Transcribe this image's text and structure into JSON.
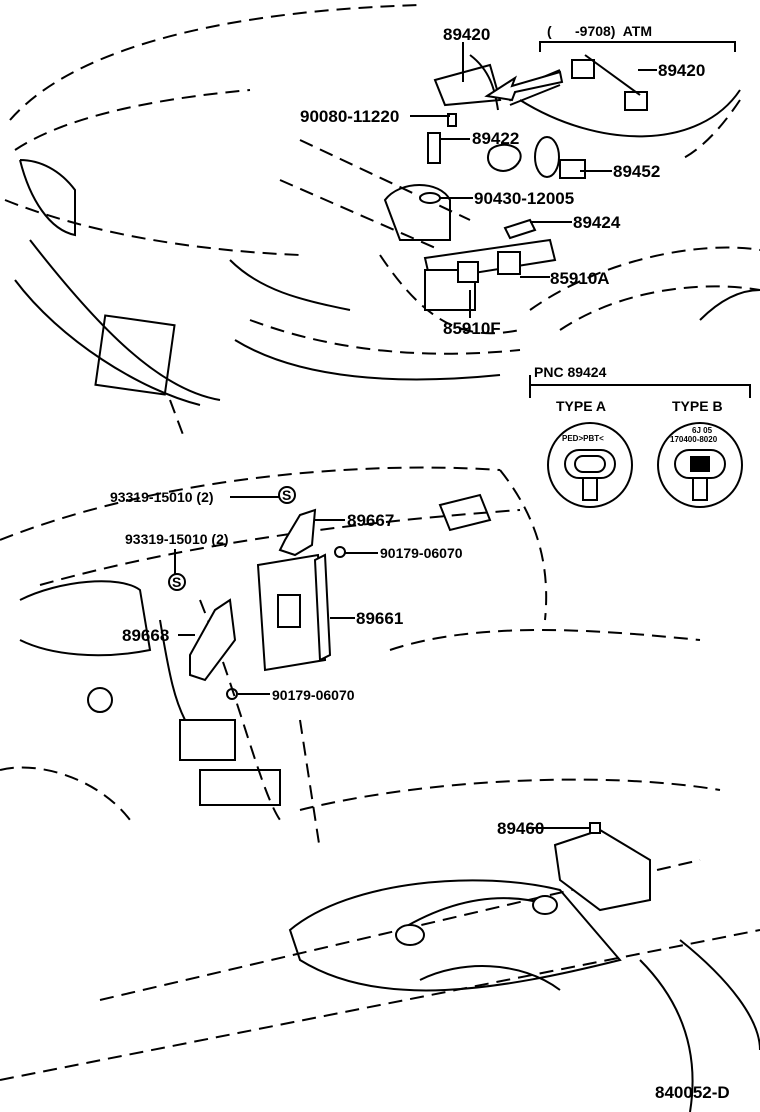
{
  "diagram_id": "840052-D",
  "engine_bay": {
    "parts": [
      {
        "id": "wire-harness-89420",
        "label": "89420"
      },
      {
        "id": "atm-variant-note",
        "label": "(      -9708)  ATM"
      },
      {
        "id": "wire-harness-89420-atm",
        "label": "89420"
      },
      {
        "id": "bolt",
        "label": "90080-11220"
      },
      {
        "id": "sensor-89422",
        "label": "89422"
      },
      {
        "id": "sensor-89452",
        "label": "89452"
      },
      {
        "id": "gasket",
        "label": "90430-12005"
      },
      {
        "id": "sensor-89424",
        "label": "89424"
      },
      {
        "id": "relay-85910A",
        "label": "85910A"
      },
      {
        "id": "relay-85910F",
        "label": "85910F"
      }
    ]
  },
  "pnc_box": {
    "title": "PNC 89424",
    "type_a": {
      "label": "TYPE A",
      "marking": "PED>PBT<"
    },
    "type_b": {
      "label": "TYPE B",
      "marking_top": "6J 05",
      "marking": "170400-8020"
    }
  },
  "dashboard": {
    "parts": [
      {
        "id": "screw-upper",
        "label": "93319-15010 (2)"
      },
      {
        "id": "bracket-89667",
        "label": "89667"
      },
      {
        "id": "screw-lower",
        "label": "93319-15010 (2)"
      },
      {
        "id": "nut-upper",
        "label": "90179-06070"
      },
      {
        "id": "ecu-89661",
        "label": "89661"
      },
      {
        "id": "bracket-89668",
        "label": "89668"
      },
      {
        "id": "nut-lower",
        "label": "90179-06070"
      }
    ],
    "screw_marker": "S"
  },
  "fuel_tank": {
    "parts": [
      {
        "id": "sensor-89460",
        "label": "89460"
      }
    ]
  }
}
